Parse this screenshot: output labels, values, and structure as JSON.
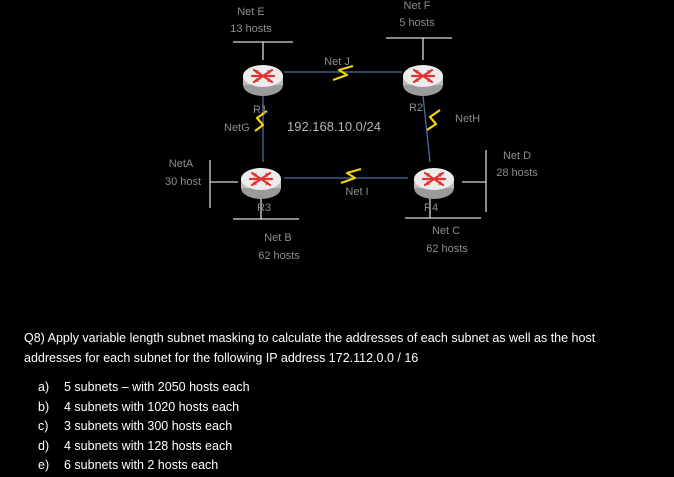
{
  "networks": {
    "net_e": {
      "name": "Net E",
      "hosts": "13 hosts"
    },
    "net_f": {
      "name": "Net F",
      "hosts": "5 hosts"
    },
    "net_j": {
      "name": "Net J"
    },
    "net_g": {
      "name": "NetG"
    },
    "net_h": {
      "name": "NetH"
    },
    "net_a": {
      "name": "NetA",
      "hosts": "30 host"
    },
    "net_d": {
      "name": "Net D",
      "hosts": "28 hosts"
    },
    "net_i": {
      "name": "Net I"
    },
    "net_b": {
      "name": "Net B",
      "hosts": "62 hosts"
    },
    "net_c": {
      "name": "Net C",
      "hosts": "62 hosts"
    }
  },
  "routers": {
    "r1": "R1",
    "r2": "R2",
    "r3": "R3",
    "r4": "R4"
  },
  "main_subnet": "192.168.10.0/24",
  "question": "Q8) Apply variable length subnet masking to calculate the addresses of each subnet as well as the host addresses for each subnet for the following IP address 172.112.0.0 / 16",
  "options": [
    {
      "letter": "a)",
      "text": "5 subnets  – with 2050 hosts each"
    },
    {
      "letter": "b)",
      "text": "4 subnets with 1020 hosts each"
    },
    {
      "letter": "c)",
      "text": "3 subnets with 300 hosts each"
    },
    {
      "letter": "d)",
      "text": "4 subnets with 128 hosts each"
    },
    {
      "letter": "e)",
      "text": "6 subnets with 2 hosts each"
    }
  ],
  "colors": {
    "background": "#000000",
    "wan_link": "#f2d600",
    "ethernet_link": "#4a6fa0",
    "lan_line": "#d9d9d9",
    "router_body": "#e6e6e6",
    "router_arrows": "#e0332e"
  }
}
